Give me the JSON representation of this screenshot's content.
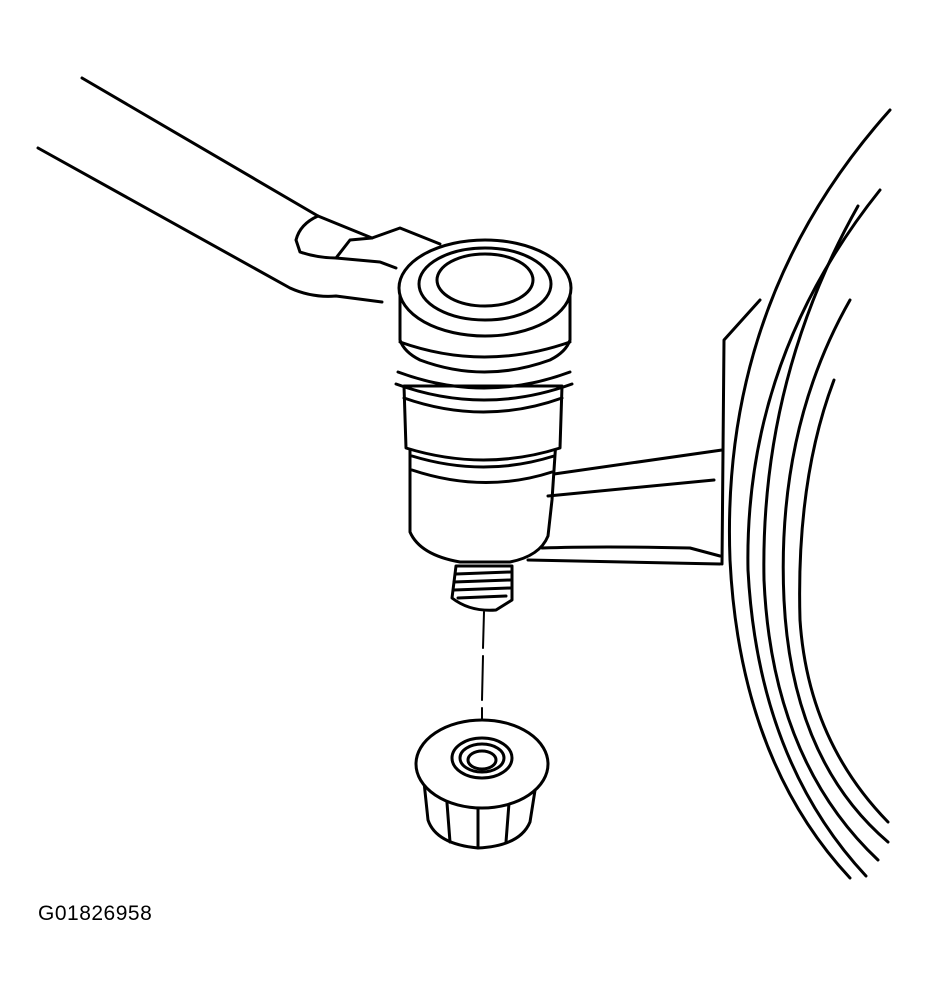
{
  "figure": {
    "id_label": "G01826958"
  },
  "colors": {
    "line": "#000000",
    "background": "#ffffff"
  },
  "parts": [
    "tie-rod-arm",
    "ball-joint-stud-housing",
    "threaded-stud",
    "steering-knuckle-arm",
    "wheel-rim",
    "prevailing-torque-nut"
  ]
}
